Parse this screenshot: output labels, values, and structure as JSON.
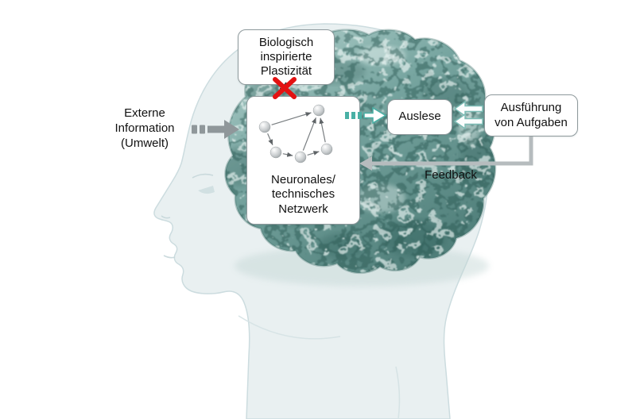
{
  "diagram": {
    "plasticity": {
      "label": "Biologisch\ninspirierte\nPlastizität"
    },
    "external_info": {
      "label": "Externe\nInformation\n(Umwelt)"
    },
    "network": {
      "label": "Neuronales/\ntechnisches\nNetzwerk"
    },
    "auslese": {
      "label": "Auslese"
    },
    "ausfuehrung": {
      "label": "Ausführung\nvon Aufgaben"
    },
    "feedback": {
      "label": "Feedback"
    }
  },
  "icons": {
    "red_x_icon": "✖",
    "input_arrow_icon": "▶",
    "selection_arrow_icon": "▷",
    "return_arrow_icon": "◁◁",
    "feedback_arrow_icon": "◀"
  },
  "colors": {
    "head_fill": "#e9f0f1",
    "brain_teal": "#6fa19b",
    "brain_dark": "#2c5a55",
    "box_border": "#8e999c",
    "arrow_gray": "#8f979a",
    "feedback_gray": "#b6bcbe",
    "accent_teal": "#49b0a5",
    "cross_red": "#e31212"
  }
}
